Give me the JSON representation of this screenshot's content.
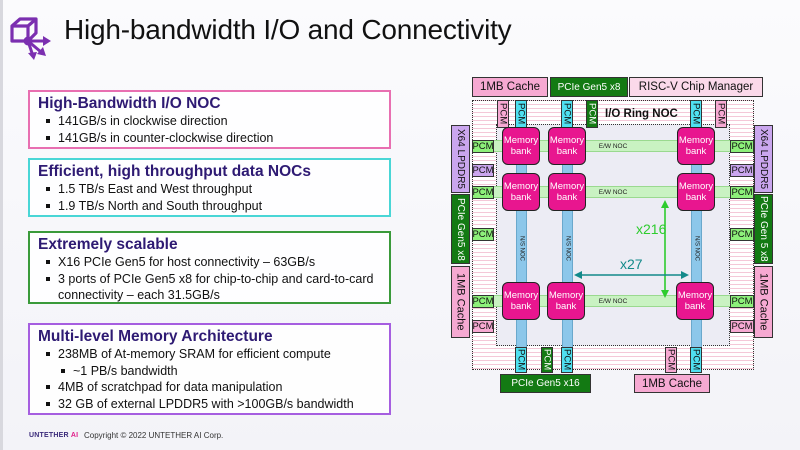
{
  "header": {
    "title": "High-bandwidth I/O and Connectivity",
    "logo_icon": "cube-network-arrows-icon",
    "accent_color": "#7b2fb0"
  },
  "sections": [
    {
      "heading": "High-Bandwidth I/O NOC",
      "border_color": "#e86fb1",
      "bullets": [
        {
          "text": "141GB/s in clockwise direction",
          "level": 1
        },
        {
          "text": "141GB/s in counter-clockwise direction",
          "level": 1
        }
      ]
    },
    {
      "heading": "Efficient, high throughput data NOCs",
      "border_color": "#49d6d6",
      "bullets": [
        {
          "text": "1.5 TB/s East and West throughput",
          "level": 1
        },
        {
          "text": "1.9 TB/s North and South throughput",
          "level": 1
        }
      ]
    },
    {
      "heading": "Extremely scalable",
      "border_color": "#3a9a3a",
      "bullets": [
        {
          "text": "X16 PCIe Gen5 for host connectivity – 63GB/s",
          "level": 1
        },
        {
          "text": "3 ports of PCIe Gen5 x8 for chip-to-chip and card-to-card",
          "level": 1
        },
        {
          "text": "connectivity – each 31.5GB/s",
          "level": 1,
          "continuation": true
        }
      ]
    },
    {
      "heading": "Multi-level Memory Architecture",
      "border_color": "#a65ee0",
      "bullets": [
        {
          "text": "238MB of At-memory SRAM for efficient compute",
          "level": 1
        },
        {
          "text": "~1 PB/s bandwidth",
          "level": 2
        },
        {
          "text": "4MB of scratchpad for data manipulation",
          "level": 1
        },
        {
          "text": "32 GB of external LPDDR5 with >100GB/s bandwidth",
          "level": 1
        }
      ]
    }
  ],
  "footer": {
    "brand_main": "UNTETHER ",
    "brand_accent": "AI",
    "copyright": "Copyright © 2022 UNTETHER AI Corp."
  },
  "diagram": {
    "top": {
      "cache": "1MB Cache",
      "pcie": "PCIe Gen5 x8",
      "riscv": "RISC-V Chip Manager"
    },
    "bottom": {
      "pcie": "PCIe Gen5 x16",
      "cache": "1MB Cache"
    },
    "left": {
      "lpddr": "X64 LPDDR5",
      "pcie": "PCIe Gen5 x8",
      "cache": "1MB Cache"
    },
    "right": {
      "lpddr": "X64 LPDDR5",
      "pcie": "PCIe Gen 5 x8",
      "cache": "1MB Cache"
    },
    "pcm": "PCM",
    "ring_noc": "I/O Ring NOC",
    "ew_noc": "E/W NOC",
    "ns_noc": "N/S NOC",
    "memory_bank": "Memory bank",
    "dim_vertical": "x216",
    "dim_horizontal": "x27",
    "colors": {
      "memory_bank": "#e8168f",
      "pcie": "#137a13",
      "cache": "#f6a9d2",
      "lpddr": "#caa6ee",
      "dim_vertical": "#2ecc2e",
      "dim_horizontal": "#138a8a"
    }
  }
}
